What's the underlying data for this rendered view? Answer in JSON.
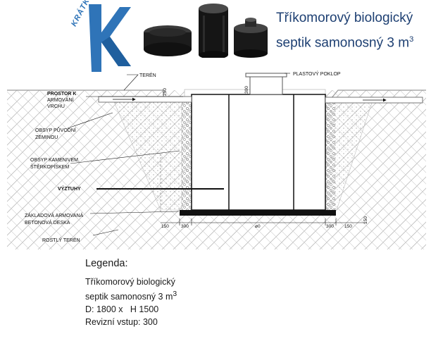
{
  "header": {
    "brand": "KRÁTKÝ",
    "title_line1": "Tříkomorový biologický",
    "title_line2": "septik samonosný 3 m",
    "title_unit_sup": "3"
  },
  "drawing": {
    "labels": {
      "teren": "TERÉN",
      "plastovy_poklop": "PLASTOVÝ POKLOP",
      "prostor_k": "PROSTOR K",
      "armovani": "ARMOVÁNÍ",
      "vrchu": "VRCHU",
      "obsyp_puvodni": "OBSYP PŮVODNÍ",
      "zeminou": "ZEMINOU",
      "obsyp_kamenivem": "OBSYP KAMENIVEM,",
      "sterkopiskem": "ŠTĚRKOPÍSKEM",
      "vyztuhy": "VÝZTUHY",
      "zakladova": "ZÁKLADOVÁ ARMOVANÁ",
      "betonova_deska": "BETONOVÁ DESKA",
      "rostly_teren": "ROSTLÝ TERÉN"
    },
    "dimensions": {
      "top_left": "250",
      "top_mid": "300",
      "left_150": "150",
      "left_300": "300",
      "diameter": "ø0",
      "right_300": "300",
      "right_150": "150",
      "right_vertical": "150"
    }
  },
  "legend": {
    "title": "Legenda:",
    "line1": "Tříkomorový biologický",
    "line2": "septik samonosný 3 m",
    "line2_sup": "3",
    "line3": "D: 1800 x   H 1500",
    "line4": "Revizní vstup: 300"
  },
  "colors": {
    "title": "#1d3f72",
    "brand_blue": "#2f74b8",
    "ground_line": "#9a9a9a",
    "slab": "#111111"
  }
}
